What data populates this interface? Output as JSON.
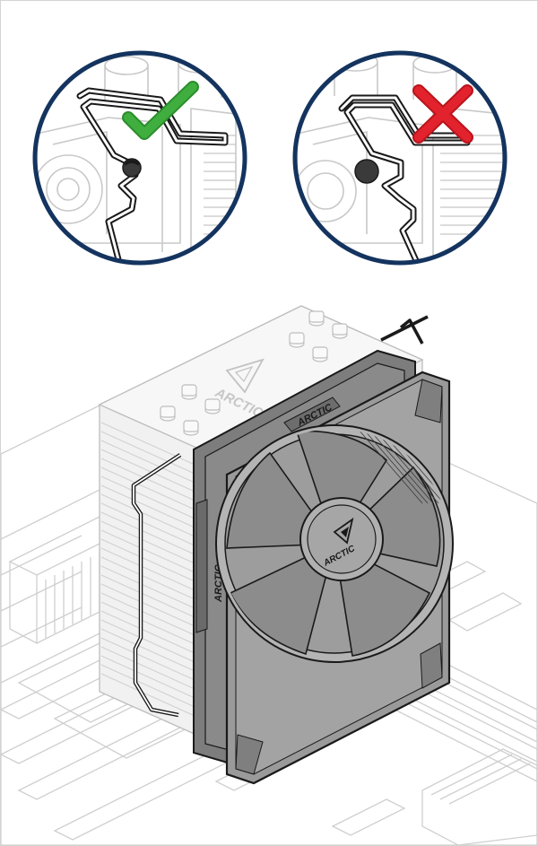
{
  "colors": {
    "circle_border": "#14345f",
    "check_green": "#3fae3f",
    "cross_red": "#e2222c",
    "fan_dark": "#7d7d7d",
    "fan_mid": "#9a9a9a",
    "fan_light": "#b4b4b4",
    "line_dark": "#1a1a1a",
    "line_faint": "#c6c6c6",
    "heatsink_fill": "#f1f1f1"
  },
  "icons": {
    "correct": "check-mark-icon",
    "wrong": "cross-mark-icon"
  },
  "detail_correct": {
    "result": "correct",
    "description_icon": "check-mark-icon"
  },
  "detail_wrong": {
    "result": "wrong",
    "description_icon": "cross-mark-icon"
  },
  "branding": {
    "heatsink_logo_text": "ARCTIC",
    "fan_hub_text": "ARCTIC",
    "fan_frame_top_text": "ARCTIC",
    "fan_frame_side_text": "ARCTIC"
  }
}
